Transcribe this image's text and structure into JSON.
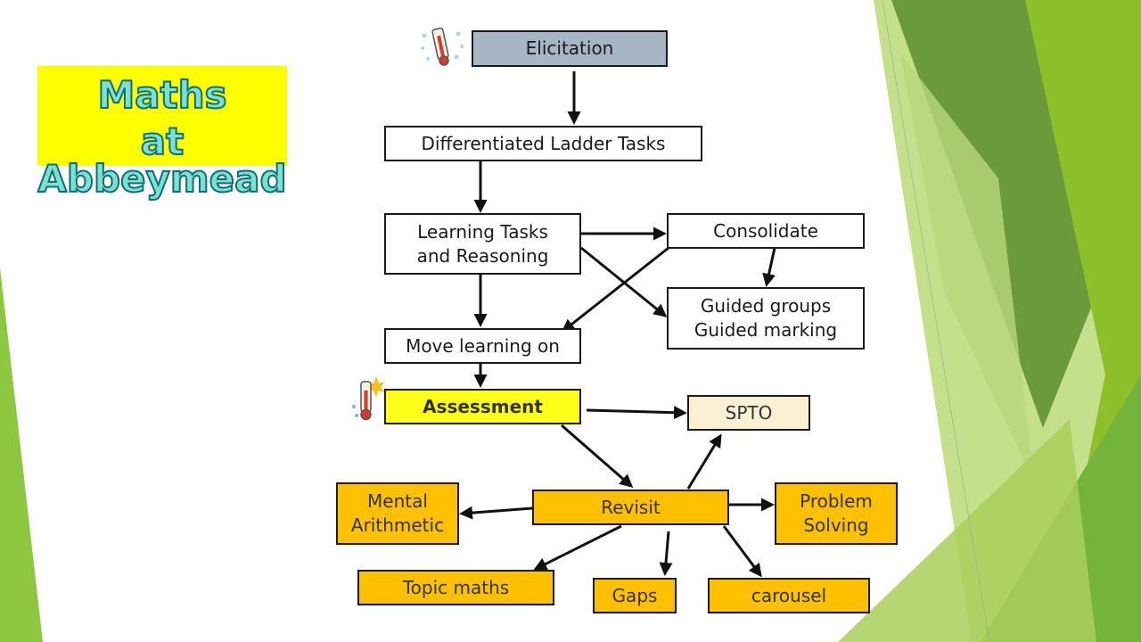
{
  "title": {
    "line1": "Maths",
    "line2": "at Abbeymead"
  },
  "nodes": {
    "elicitation": "Elicitation",
    "ladder": "Differentiated Ladder Tasks",
    "learning": "Learning Tasks\nand Reasoning",
    "consolidate": "Consolidate",
    "guided": "Guided groups\nGuided marking",
    "move": "Move learning on",
    "assessment": "Assessment",
    "spto": "SPTO",
    "revisit": "Revisit",
    "mental": "Mental\nArithmetic",
    "problem": "Problem\nSolving",
    "topic": "Topic maths",
    "gaps": "Gaps",
    "carousel": "carousel"
  },
  "icons": [
    "thermometer-icon",
    "thermometer-icon"
  ],
  "colors": {
    "title_bg": "#ffff00",
    "title_text": "#7fe0d0",
    "elicitation": "#a6b6c4",
    "assessment": "#ffff1a",
    "spto": "#fcf0d2",
    "revisit_group": "#ffc000",
    "green_accent": "#8dbf2a"
  }
}
